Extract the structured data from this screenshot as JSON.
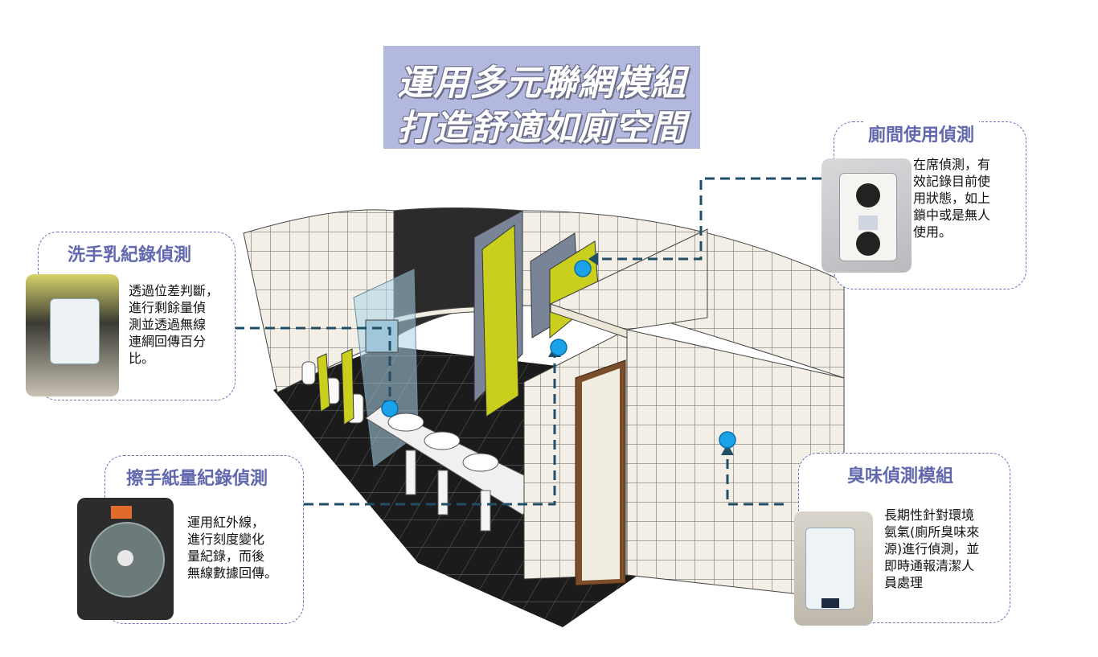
{
  "title": {
    "line1": "運用多元聯網模組",
    "line2": "打造舒適如廁空間"
  },
  "callouts": {
    "toilet": {
      "title": "廁間使用偵測",
      "body": [
        "在席偵測，有",
        "效記錄目前使",
        "用狀態，如上",
        "鎖中或是無人",
        "使用。"
      ]
    },
    "soap": {
      "title": "洗手乳紀錄偵測",
      "body": [
        "透過位差判斷，",
        "進行剩餘量偵",
        "測並透過無線",
        "連網回傳百分",
        "比。"
      ]
    },
    "paper": {
      "title": "擦手紙量紀錄偵測",
      "body": [
        "運用紅外線，",
        "進行刻度變化",
        "量紀錄，而後",
        "無線數據回傳。"
      ]
    },
    "odor": {
      "title": "臭味偵測模組",
      "body": [
        "長期性針對環境",
        "氨氣(廁所臭味來",
        "源)進行偵測，並",
        "即時通報清潔人",
        "員處理"
      ]
    }
  },
  "colors": {
    "title_bg": "#b3b8df",
    "callout_border": "#6b70b8",
    "connector": "#1f4e66",
    "sensor_dot": "#1aa3e8",
    "partition_yellow": "#c9cf1c",
    "partition_gray": "#7a8498"
  },
  "icons": [
    "sensor-dot",
    "arrow-icon"
  ]
}
